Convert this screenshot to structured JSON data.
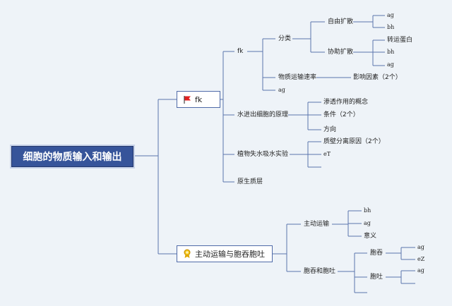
{
  "root": {
    "label": "细胞的物质输入和输出"
  },
  "branch1": {
    "label": "fk",
    "icon": "red-flag-icon",
    "children": {
      "fk": {
        "label": "fk",
        "fenlei": {
          "label": "分类",
          "ziyou": {
            "label": "自由扩散",
            "items": [
              "ag",
              "bh"
            ]
          },
          "xiezhu": {
            "label": "协助扩散",
            "items": [
              "转运蛋白",
              "bh",
              "ag"
            ]
          }
        },
        "sulv": {
          "label": "物质运输速率",
          "child": "影响因素（2个）"
        },
        "ag": "ag"
      },
      "shui": {
        "label": "水进出细胞的原理",
        "items": [
          "渗透作用的概念",
          "条件（2个）",
          "方向"
        ]
      },
      "zhiwu": {
        "label": "植物失水吸水实验",
        "items": [
          "质壁分离原因（2个）",
          "eT"
        ]
      },
      "yuansheng": {
        "label": "原生质层"
      }
    }
  },
  "branch2": {
    "label": "主动运输与胞吞胞吐",
    "icon": "medal-icon",
    "zhudong": {
      "label": "主动运输",
      "items": [
        "bh",
        "ag",
        "意义"
      ]
    },
    "baotun": {
      "label": "胞吞和胞吐",
      "tun": {
        "label": "胞吞",
        "items": [
          "ag",
          "eZ"
        ]
      },
      "tu": {
        "label": "胞吐",
        "items": [
          "ag",
          ""
        ]
      }
    }
  },
  "colors": {
    "root_fill": "#36549a",
    "line": "#4f6aa8",
    "flag": "#e02020",
    "medal": "#e0a800"
  }
}
